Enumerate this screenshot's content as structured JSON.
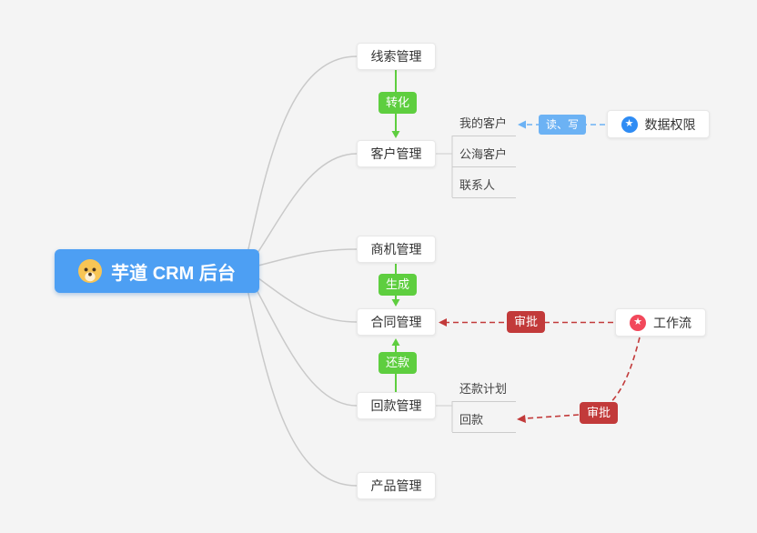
{
  "central": {
    "label": "芋道 CRM 后台",
    "color": "#4d9ff3"
  },
  "nodes": {
    "leads": {
      "label": "线索管理"
    },
    "customer": {
      "label": "客户管理"
    },
    "opportunity": {
      "label": "商机管理"
    },
    "contract": {
      "label": "合同管理"
    },
    "receivable": {
      "label": "回款管理"
    },
    "product": {
      "label": "产品管理"
    },
    "data_permission": {
      "label": "数据权限"
    },
    "workflow": {
      "label": "工作流"
    }
  },
  "sub_nodes": {
    "my_customers": {
      "label": "我的客户"
    },
    "public_customers": {
      "label": "公海客户"
    },
    "contacts": {
      "label": "联系人"
    },
    "repayment_plan": {
      "label": "还款计划"
    },
    "repayment": {
      "label": "回款"
    }
  },
  "edge_labels": {
    "convert": {
      "label": "转化",
      "color": "#5ece3f"
    },
    "generate": {
      "label": "生成",
      "color": "#5ece3f"
    },
    "repay": {
      "label": "还款",
      "color": "#5ece3f"
    },
    "read_write": {
      "label": "读、写",
      "color": "#6cb2f4"
    },
    "approve_contract": {
      "label": "审批",
      "color": "#c23a3a"
    },
    "approve_receivable": {
      "label": "审批",
      "color": "#c23a3a"
    }
  },
  "icons": {
    "star": "★"
  },
  "colors": {
    "background": "#f4f4f4",
    "connector_gray": "#c9c9c9",
    "green_arrow": "#5ece3f",
    "blue_dashed": "#6cb2f4",
    "red_dashed": "#c23a3a",
    "blue_icon": "#2f8cf4",
    "red_icon": "#f2485b",
    "node_border": "#e8e8e8"
  }
}
